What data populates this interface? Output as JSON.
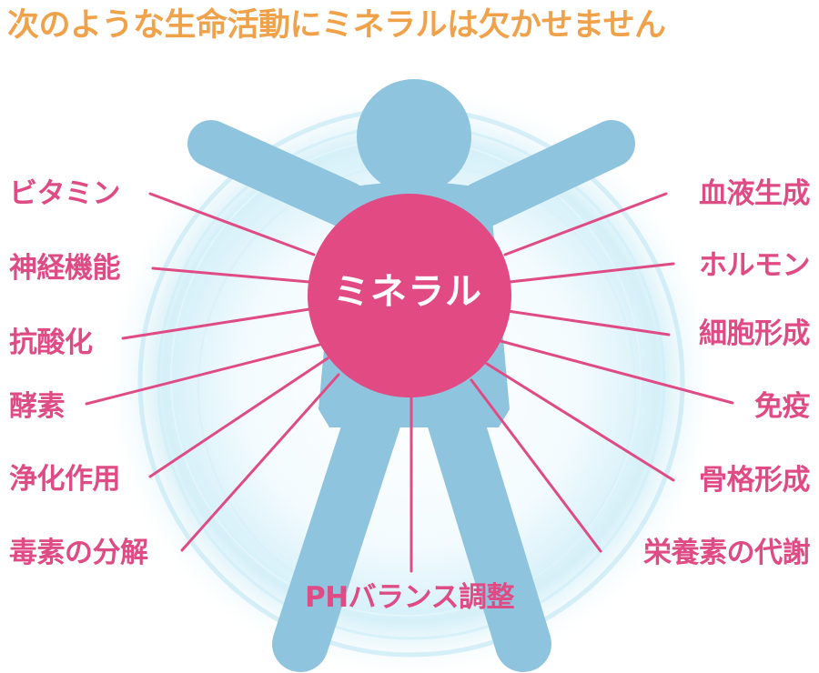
{
  "title": "次のような生命活動にミネラルは欠かせません",
  "hub": {
    "label": "ミネラル"
  },
  "colors": {
    "title": "#f0a24b",
    "label": "#df4c85",
    "hub": "#e14a82",
    "figure": "#8fc4df",
    "glow": "#bfe7f4"
  },
  "left_labels": [
    "ビタミン",
    "神経機能",
    "抗酸化",
    "酵素",
    "浄化作用",
    "毒素の分解"
  ],
  "right_labels": [
    "血液生成",
    "ホルモン",
    "細胞形成",
    "免疫",
    "骨格形成",
    "栄養素の代謝"
  ],
  "bottom_label": "PHバランス調整"
}
